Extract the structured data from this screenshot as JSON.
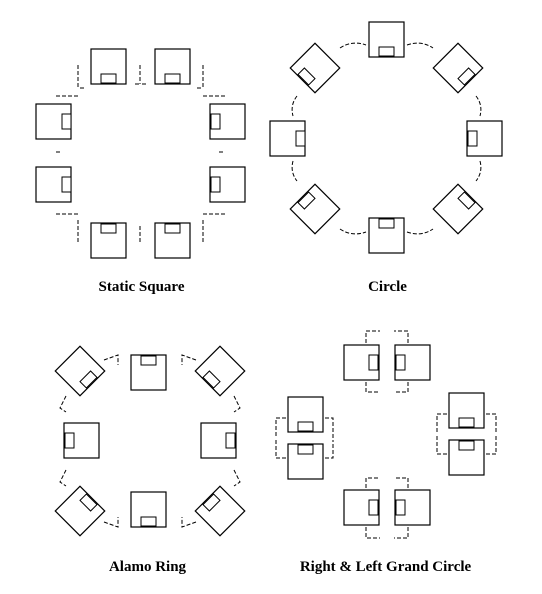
{
  "captions": {
    "static_square": "Static Square",
    "circle": "Circle",
    "alamo_ring": "Alamo Ring",
    "right_left_grand_circle": "Right & Left Grand Circle"
  },
  "colors": {
    "ink": "#000000",
    "background": "#ffffff"
  }
}
